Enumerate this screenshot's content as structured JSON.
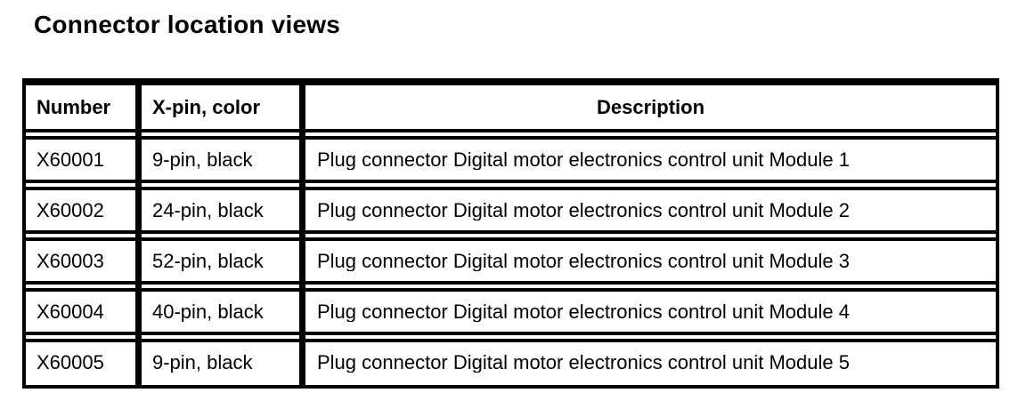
{
  "page": {
    "background_color": "#ffffff",
    "text_color": "#000000",
    "border_color": "#000000"
  },
  "title": "Connector location views",
  "table": {
    "columns": [
      {
        "key": "number",
        "label": "Number"
      },
      {
        "key": "xpin_color",
        "label": "X-pin, color"
      },
      {
        "key": "description",
        "label": "Description"
      }
    ],
    "rows": [
      {
        "number": "X60001",
        "xpin_color": "9-pin, black",
        "description": "Plug connector Digital motor electronics control unit Module 1"
      },
      {
        "number": "X60002",
        "xpin_color": "24-pin, black",
        "description": "Plug connector Digital motor electronics control unit Module 2"
      },
      {
        "number": "X60003",
        "xpin_color": "52-pin, black",
        "description": "Plug connector Digital motor electronics control unit Module 3"
      },
      {
        "number": "X60004",
        "xpin_color": "40-pin, black",
        "description": "Plug connector Digital motor electronics control unit Module 4"
      },
      {
        "number": "X60005",
        "xpin_color": "9-pin, black",
        "description": "Plug connector Digital motor electronics control unit Module 5"
      }
    ]
  }
}
